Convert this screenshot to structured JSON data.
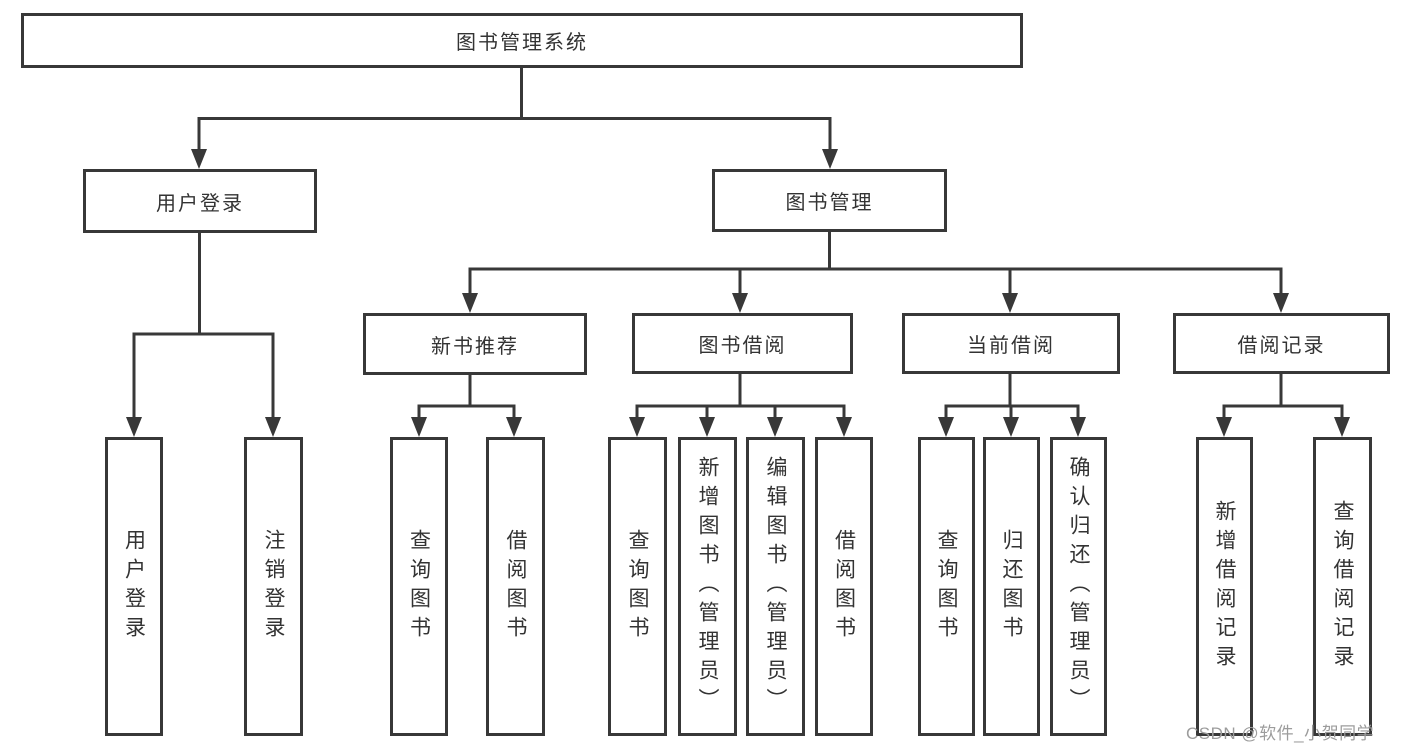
{
  "diagram": {
    "root": "图书管理系统",
    "level1": {
      "user_login": "用户登录",
      "book_mgmt": "图书管理"
    },
    "level2": {
      "new_books": "新书推荐",
      "book_borrow": "图书借阅",
      "current_borrow": "当前借阅",
      "borrow_records": "借阅记录"
    },
    "children": {
      "user_login": [
        "用户登录",
        "注销登录"
      ],
      "new_books": [
        "查询图书",
        "借阅图书"
      ],
      "book_borrow": [
        "查询图书",
        "新增图书（管理员）",
        "编辑图书（管理员）",
        "借阅图书"
      ],
      "current_borrow": [
        "查询图书",
        "归还图书",
        "确认归还（管理员）"
      ],
      "borrow_records": [
        "新增借阅记录",
        "查询借阅记录"
      ]
    }
  },
  "watermark": "CSDN @软件_小贺同学",
  "colors": {
    "line": "#383838",
    "text": "#333333",
    "watermark": "#9c9c9c",
    "background": "#ffffff"
  }
}
